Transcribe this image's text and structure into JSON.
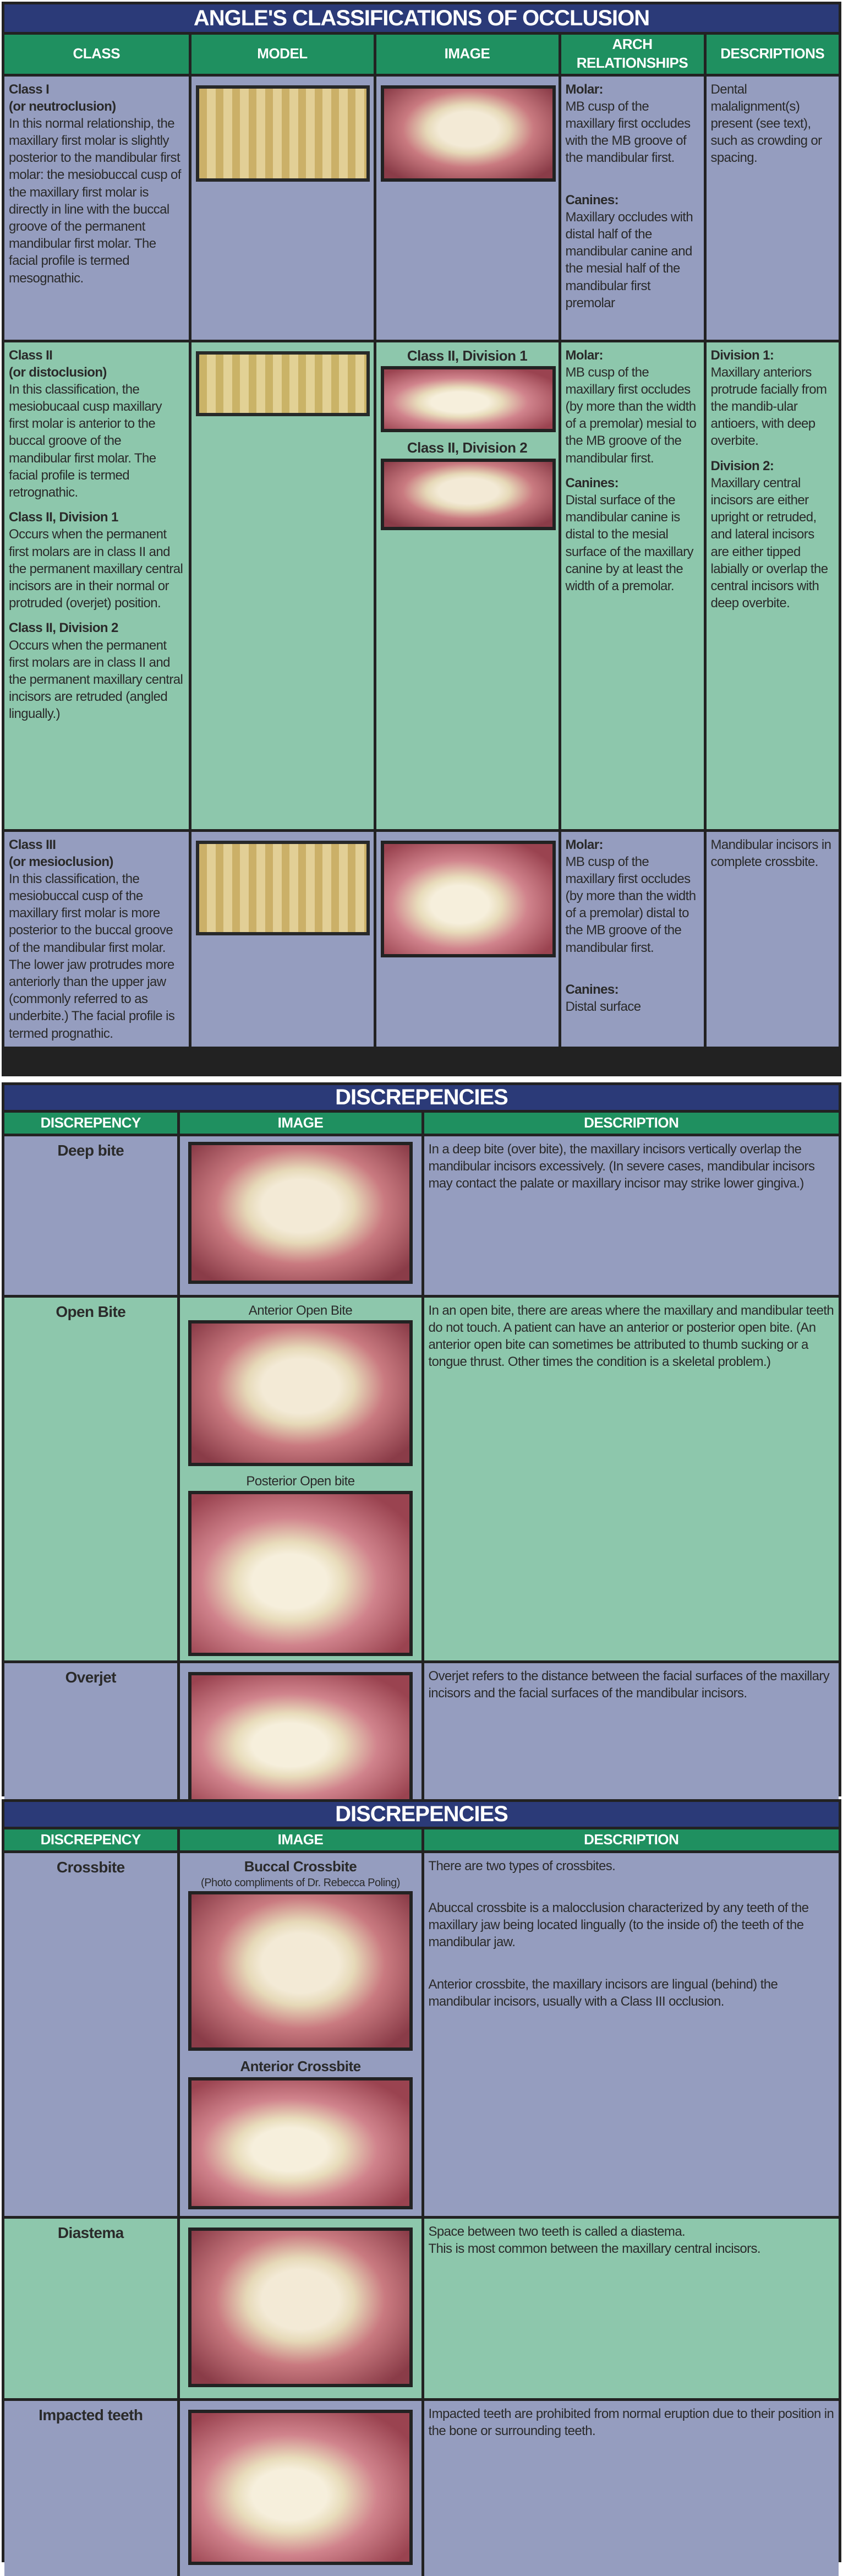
{
  "angle": {
    "title": "ANGLE'S CLASSIFICATIONS OF OCCLUSION",
    "headers": [
      "CLASS",
      "MODEL",
      "IMAGE",
      "ARCH RELATIONSHIPS",
      "DESCRIPTIONS"
    ],
    "class1": {
      "name": "Class I",
      "alt": "(or neutroclusion)",
      "text": "In this normal relationship, the maxillary first molar is slightly posterior to the mandibular first molar: the mesiobuccal cusp of the maxillary first molar is directly in line with the buccal groove of the permanent mandibular first molar. The facial profile is termed mesognathic.",
      "molar_label": "Molar:",
      "molar": "MB cusp of the maxillary first occludes with the MB groove of the mandibular first.",
      "canines_label": "Canines:",
      "canines": "Maxillary occludes with distal half of the mandibular canine and the mesial half of the mandibular first premolar",
      "description": "Dental malalignment(s) present (see text), such as crowding or spacing."
    },
    "class2": {
      "name": "Class II",
      "alt": "(or distoclusion)",
      "text": "In this classification, the mesiobucaal cusp maxillary first molar is anterior to the buccal groove of the mandibular first molar. The facial profile is termed retrognathic.",
      "div1_title": "Class II, Division 1",
      "div1_text": "Occurs when the permanent first molars are in class II and the permanent maxillary central incisors are in their normal or protruded (overjet) position.",
      "div2_title": "Class II, Division 2",
      "div2_text": "Occurs when the permanent first molars are in class II and the permanent maxillary central incisors are retruded (angled lingually.)",
      "img1_caption": "Class II, Division 1",
      "img2_caption": "Class II, Division 2",
      "molar_label": "Molar:",
      "molar": "MB cusp of the maxillary first occludes (by more than the width of a premolar) mesial to the MB groove of the mandibular first.",
      "canines_label": "Canines:",
      "canines": "Distal surface of the mandibular canine is distal to the mesial surface of the maxillary canine by at least the width of a premolar.",
      "d1_label": "Division 1:",
      "d1": "Maxillary anteriors protrude facially from the mandib-ular antioers, with deep overbite.",
      "d2_label": "Division 2:",
      "d2": "Maxillary central incisors are either upright or retruded, and lateral incisors are either tipped labially or overlap the central incisors with deep overbite."
    },
    "class3": {
      "name": "Class III",
      "alt": "(or mesioclusion)",
      "text": "In this classification, the mesiobuccal cusp of the maxillary first molar is more posterior to the buccal groove of the mandibular first molar. The lower jaw protrudes more anteriorly than the upper jaw (commonly referred to as underbite.) The facial profile is termed prognathic.",
      "molar_label": "Molar:",
      "molar": "MB cusp of the maxillary first occludes (by more than the width of a premolar) distal to the MB groove of the mandibular first.",
      "canines_label": "Canines:",
      "canines": "Distal surface",
      "description": "Mandibular incisors in complete crossbite."
    }
  },
  "disc1": {
    "title": "DISCREPENCIES",
    "headers": [
      "DISCREPENCY",
      "IMAGE",
      "DESCRIPTION"
    ],
    "deep": {
      "name": "Deep bite",
      "text": "In a deep bite (over bite), the maxillary incisors vertically overlap the mandibular incisors excessively. (In severe cases, mandibular incisors may contact the palate or maxillary incisor may strike lower gingiva.)"
    },
    "open": {
      "name": "Open Bite",
      "cap1": "Anterior Open Bite",
      "cap2": "Posterior Open bite",
      "text": "In an open bite, there are areas where the maxillary and mandibular teeth do not touch. A patient can have an anterior or posterior open bite. (An anterior open bite can sometimes be attributed to thumb sucking or a tongue thrust. Other times the condition is a skeletal problem.)"
    },
    "overjet": {
      "name": "Overjet",
      "text": "Overjet refers to the distance between the facial surfaces of the maxillary incisors and the facial surfaces of the mandibular incisors."
    }
  },
  "disc2": {
    "title": "DISCREPENCIES",
    "headers": [
      "DISCREPENCY",
      "IMAGE",
      "DESCRIPTION"
    ],
    "cross": {
      "name": "Crossbite",
      "cap1": "Buccal Crossbite",
      "credit": "(Photo compliments of Dr. Rebecca Poling)",
      "cap2": "Anterior Crossbite",
      "p1": "There are two types of crossbites.",
      "p2": "Abuccal crossbite is a malocclusion characterized by any teeth of the maxillary jaw being located lingually (to the inside of) the teeth of the mandibular jaw.",
      "p3": "Anterior crossbite, the maxillary incisors are lingual (behind) the mandibular incisors, usually with a Class III occlusion."
    },
    "diastema": {
      "name": "Diastema",
      "p1": "Space between two teeth is called a diastema.",
      "p2": "This is most common between the maxillary central incisors."
    },
    "impacted": {
      "name": "Impacted teeth",
      "text": "Impacted teeth are prohibited from normal eruption due to their position in the bone or surrounding teeth."
    }
  }
}
